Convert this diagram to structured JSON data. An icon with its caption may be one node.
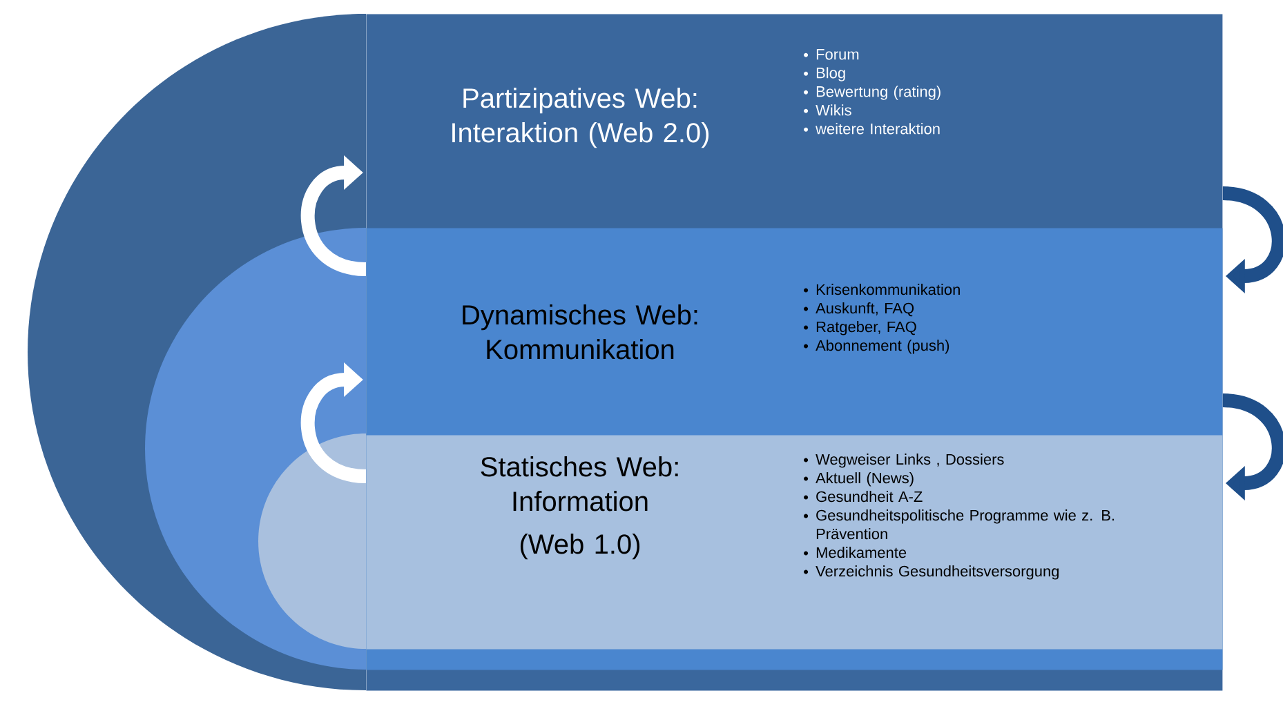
{
  "diagram": {
    "nodes": [
      {
        "text": [
          "Partizipatives Web: Interaktion (Web 2.0)",
          "Forum",
          "Blog",
          "Bewertung (rating)",
          "Wikis",
          "weitere Interaktion"
        ]
      },
      {
        "text": [
          "Dynamisches Web: Kommunikation",
          "Krisenkommunikation",
          "Auskunft, FAQ",
          "Ratgeber, FAQ",
          "Abonnement (push)"
        ],
        "in": 0
      },
      {
        "text": [
          "Statisches Web: Information",
          "(Web 1.0)",
          "Wegweiser Links , Dossiers",
          "Aktuell (News)",
          "Gesundheit A-Z",
          "Gesundheitspolitische Programme wie z. B. Prävention",
          "Medikamente",
          "Verzeichnis Gesundheitsversorgung"
        ],
        "in": 1
      }
    ],
    "edges": [
      {
        "from": 1,
        "to": 0,
        "arrow": "to",
        "color": "#ffffff"
      },
      {
        "from": 2,
        "to": 1,
        "arrow": "to",
        "color": "#ffffff"
      },
      {
        "from": 0,
        "to": 1,
        "arrow": "to",
        "color": "#1f4f8a"
      },
      {
        "from": 1,
        "to": 2,
        "arrow": "to",
        "color": "#1f4f8a"
      }
    ]
  }
}
